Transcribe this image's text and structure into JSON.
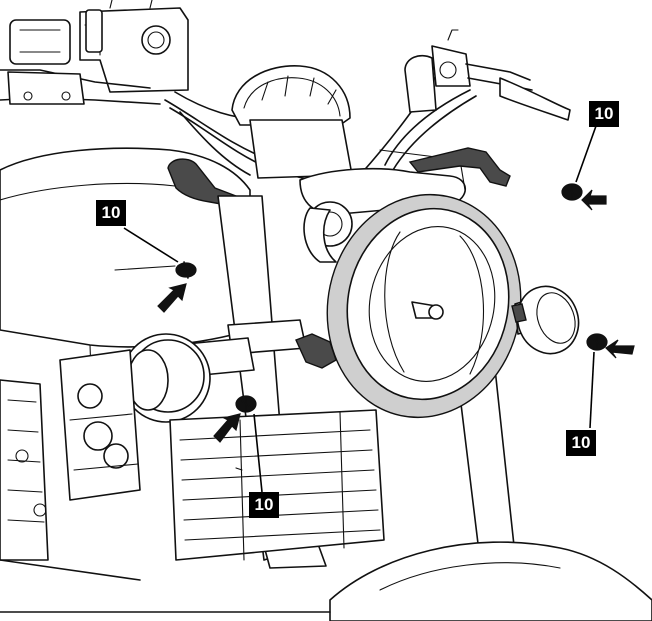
{
  "diagram": {
    "callouts": [
      {
        "id": "callout-1",
        "label": "10"
      },
      {
        "id": "callout-2",
        "label": "10"
      },
      {
        "id": "callout-3",
        "label": "10"
      },
      {
        "id": "callout-4",
        "label": "10"
      }
    ],
    "colors": {
      "line": "#111111",
      "headlamp_ring": "#cfcfcf",
      "mount_bracket": "#4a4a4a",
      "callout_background": "#000000",
      "callout_text": "#ffffff"
    }
  }
}
